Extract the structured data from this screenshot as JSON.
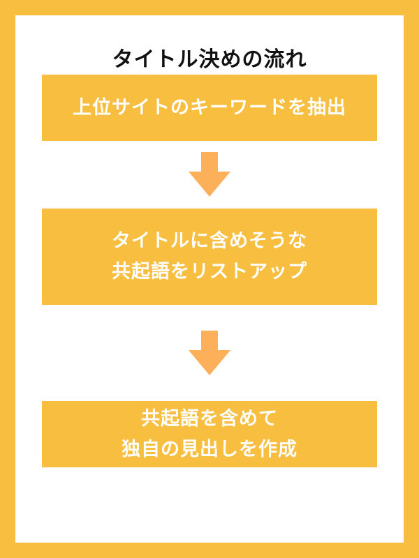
{
  "title": "タイトル決めの流れ",
  "steps": [
    {
      "lines": [
        "上位サイトのキーワードを抽出"
      ]
    },
    {
      "lines": [
        "タイトルに含めそうな",
        "共起語をリストアップ"
      ]
    },
    {
      "lines": [
        "共起語を含めて",
        "独自の見出しを作成"
      ]
    }
  ],
  "colors": {
    "accent": "#F8BE3F",
    "arrow": "#FDB05A",
    "background": "#FFFFFF",
    "title_text": "#111111",
    "step_text": "#FFFFFF"
  }
}
